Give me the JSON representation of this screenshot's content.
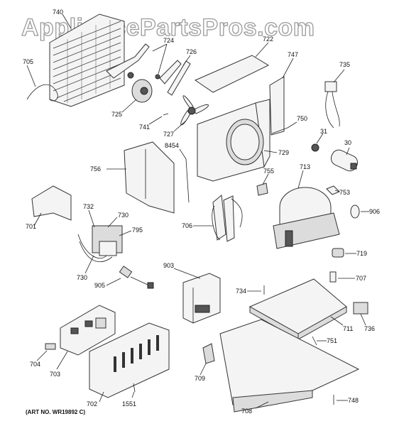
{
  "watermark": "AppliancePartsPros.com",
  "art_number": "(ART NO. WR19892 C)",
  "callouts": {
    "c740": "740",
    "c705": "705",
    "c724": "724",
    "c726": "726",
    "c722": "722",
    "c747": "747",
    "c735": "735",
    "c725": "725",
    "c741": "741",
    "c727": "727",
    "c750": "750",
    "c31": "31",
    "c30": "30",
    "c729": "729",
    "c8454": "8454",
    "c756": "756",
    "c755": "755",
    "c713": "713",
    "c753": "753",
    "c701": "701",
    "c732": "732",
    "c730a": "730",
    "c795": "795",
    "c706": "706",
    "c906": "906",
    "c730b": "730",
    "c719": "719",
    "c903": "903",
    "c905": "905",
    "c707": "707",
    "c734": "734",
    "c736": "736",
    "c711": "711",
    "c751": "751",
    "c704": "704",
    "c703": "703",
    "c709": "709",
    "c702": "702",
    "c1551": "1551",
    "c708": "708",
    "c748": "748"
  }
}
